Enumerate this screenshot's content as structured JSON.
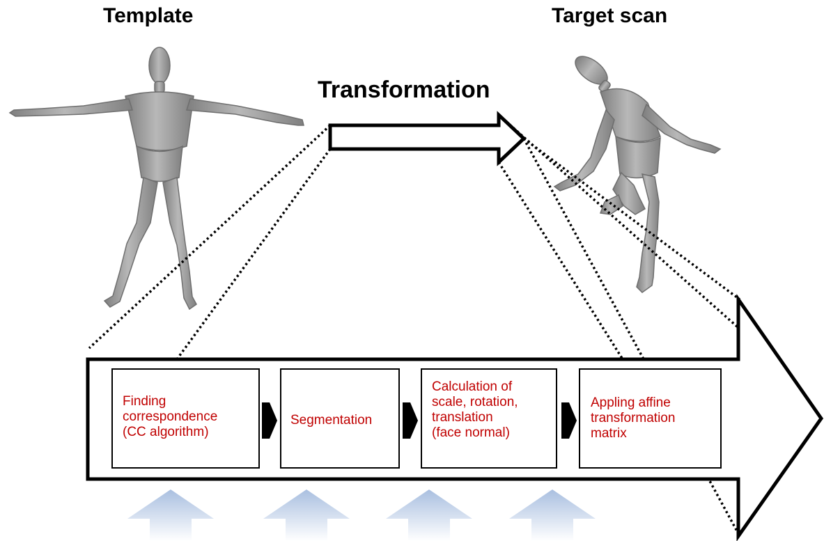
{
  "labels": {
    "template": "Template",
    "target": "Target scan",
    "transformation": "Transformation"
  },
  "steps": [
    {
      "text": "Finding\ncorrespondence\n(CC algorithm)"
    },
    {
      "text": "Segmentation"
    },
    {
      "text": "Calculation of\nscale, rotation,\ntranslation\n(face normal)"
    },
    {
      "text": "Appling affine\ntransformation\nmatrix"
    }
  ],
  "figures": {
    "template": "mannequin-tpose",
    "target": "mannequin-bending"
  },
  "colors": {
    "step_text": "#c00000",
    "mannequin": "#9a9a9a",
    "input_arrow": "#b7c8e2"
  }
}
